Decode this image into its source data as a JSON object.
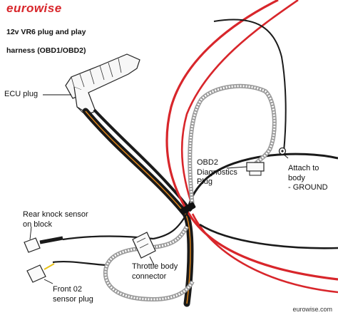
{
  "brand": {
    "logo_text": "eurowise",
    "website": "eurowise.com"
  },
  "title": {
    "line1": "12v VR6 plug and play",
    "line2": "harness (OBD1/OBD2)"
  },
  "labels": {
    "ecu_plug": "ECU plug",
    "obd2": "OBD2\nDiagnostics\nPlug",
    "ground": "Attach to body\n- GROUND",
    "knock": "Rear knock sensor\non block",
    "throttle": "Throttle body\nconnector",
    "o2": "Front 02\nsensor plug"
  },
  "colors": {
    "red_wire": "#d8262b",
    "black_wire": "#1a1a1a",
    "orange_stripe": "#e88a1a",
    "braided": "#bdbdbd",
    "logo": "#d8262b"
  }
}
